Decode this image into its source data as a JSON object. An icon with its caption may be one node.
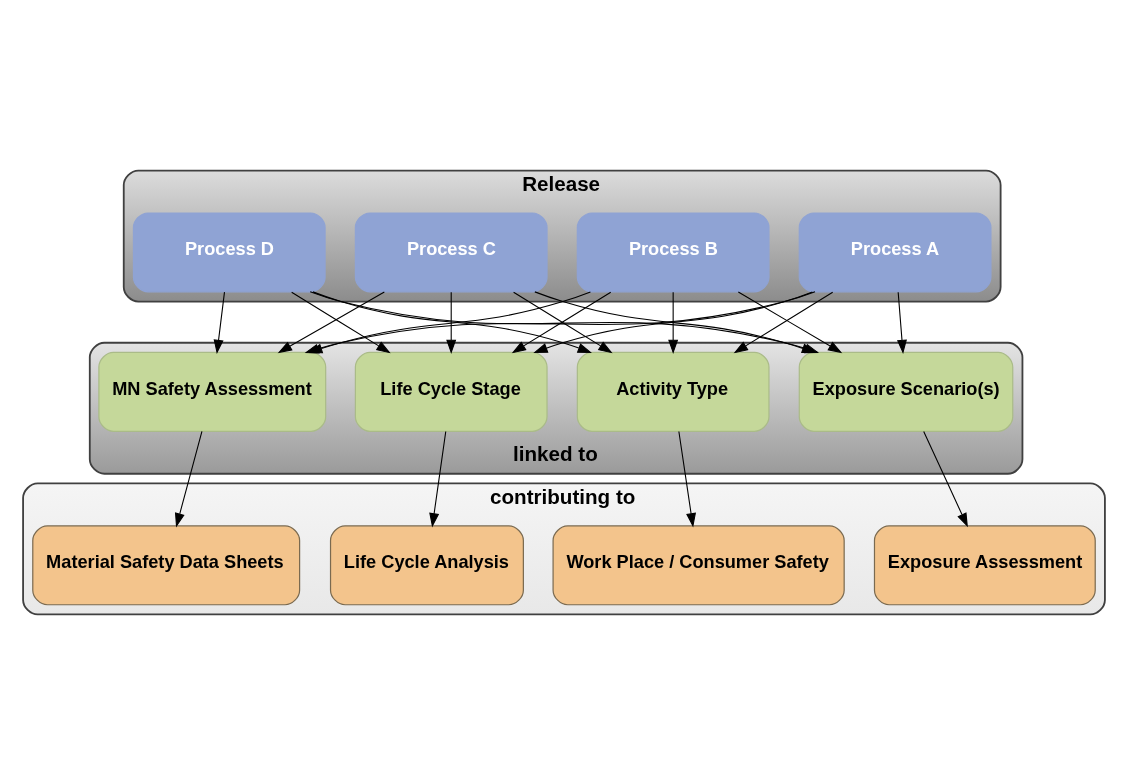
{
  "diagram": {
    "nodes": [
      {
        "text": [
          "Release"
        ]
      },
      {
        "text": [
          "Process A"
        ],
        "in": 0
      },
      {
        "text": [
          "Process B"
        ],
        "in": 0
      },
      {
        "text": [
          "Process C"
        ],
        "in": 0
      },
      {
        "text": [
          "Process D"
        ],
        "in": 0
      },
      {
        "text": [
          "linked to"
        ]
      },
      {
        "text": [
          "Exposure Scenario(s)"
        ],
        "in": 5
      },
      {
        "text": [
          "Activity Type"
        ],
        "in": 5
      },
      {
        "text": [
          "Life Cycle Stage"
        ],
        "in": 5
      },
      {
        "text": [
          "MN Safety Assessment"
        ],
        "in": 5
      },
      {
        "text": [
          "contributing to"
        ]
      },
      {
        "text": [
          "Exposure Assessment"
        ],
        "in": 10
      },
      {
        "text": [
          "Work Place / Consumer Safety"
        ],
        "in": 10
      },
      {
        "text": [
          "Life Cycle Analysis"
        ],
        "in": 10
      },
      {
        "text": [
          "Material Safety Data Sheets"
        ],
        "in": 10
      }
    ],
    "edges": [
      {
        "from": 1,
        "to": 6,
        "arrow": "to"
      },
      {
        "from": 1,
        "to": 7,
        "arrow": "to"
      },
      {
        "from": 1,
        "to": 8,
        "arrow": "to"
      },
      {
        "from": 1,
        "to": 9,
        "arrow": "to"
      },
      {
        "from": 2,
        "to": 6,
        "arrow": "to"
      },
      {
        "from": 2,
        "to": 7,
        "arrow": "to"
      },
      {
        "from": 2,
        "to": 8,
        "arrow": "to"
      },
      {
        "from": 2,
        "to": 9,
        "arrow": "to"
      },
      {
        "from": 3,
        "to": 6,
        "arrow": "to"
      },
      {
        "from": 3,
        "to": 7,
        "arrow": "to"
      },
      {
        "from": 3,
        "to": 8,
        "arrow": "to"
      },
      {
        "from": 3,
        "to": 9,
        "arrow": "to"
      },
      {
        "from": 4,
        "to": 6,
        "arrow": "to"
      },
      {
        "from": 4,
        "to": 7,
        "arrow": "to"
      },
      {
        "from": 4,
        "to": 8,
        "arrow": "to"
      },
      {
        "from": 4,
        "to": 9,
        "arrow": "to"
      },
      {
        "from": 6,
        "to": 11,
        "arrow": "to"
      },
      {
        "from": 7,
        "to": 12,
        "arrow": "to"
      },
      {
        "from": 8,
        "to": 13,
        "arrow": "to"
      },
      {
        "from": 9,
        "to": 14,
        "arrow": "to"
      }
    ]
  }
}
